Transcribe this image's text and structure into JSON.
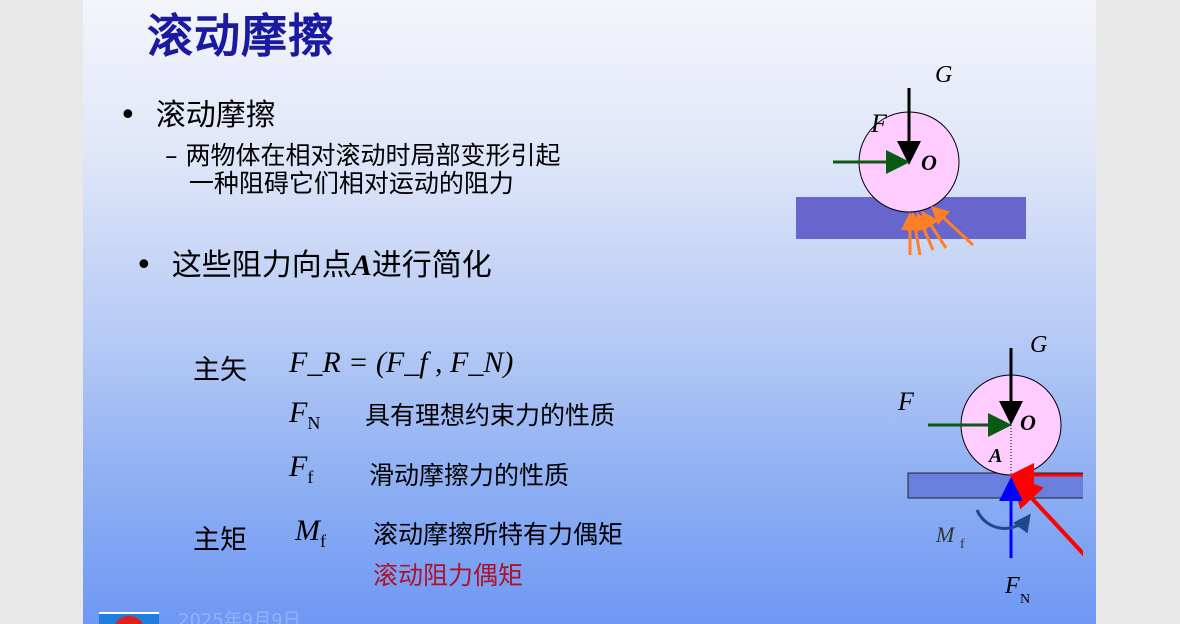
{
  "title": "滚动摩擦",
  "bullets": [
    {
      "text": "滚动摩擦",
      "sub": [
        "两物体在相对滚动时局部变形引起",
        "一种阻碍它们相对运动的阻力"
      ]
    },
    {
      "text_pre": "这些阻力向点",
      "text_var": "A",
      "text_post": "进行简化"
    }
  ],
  "main_vector": {
    "label": "主矢",
    "formula": "F_R = (F_f , F_N)",
    "fn_desc": "具有理想约束力的性质",
    "ff_desc": "滑动摩擦力的性质"
  },
  "main_moment": {
    "label": "主矩",
    "desc": "滚动摩擦所特有力偶矩",
    "desc2": "滚动阻力偶矩"
  },
  "diagram": {
    "G": "G",
    "F": "F",
    "O": "O",
    "A": "A",
    "Ff": "F",
    "Ff_sub": "f",
    "FR": "F",
    "FR_sub": "R",
    "FN": "F",
    "FN_sub": "N",
    "Mf": "M",
    "Mf_sub": "f"
  },
  "footer": {
    "date": "2025年9月9日"
  },
  "colors": {
    "title": "#1a1aa0",
    "wheel": "#ffccff",
    "ground": "#6666cc",
    "force_green": "#0a5a14",
    "force_red": "#ff0000",
    "force_blue": "#0000ff",
    "pressure": "#ff7f27",
    "highlight": "#b0102a"
  }
}
